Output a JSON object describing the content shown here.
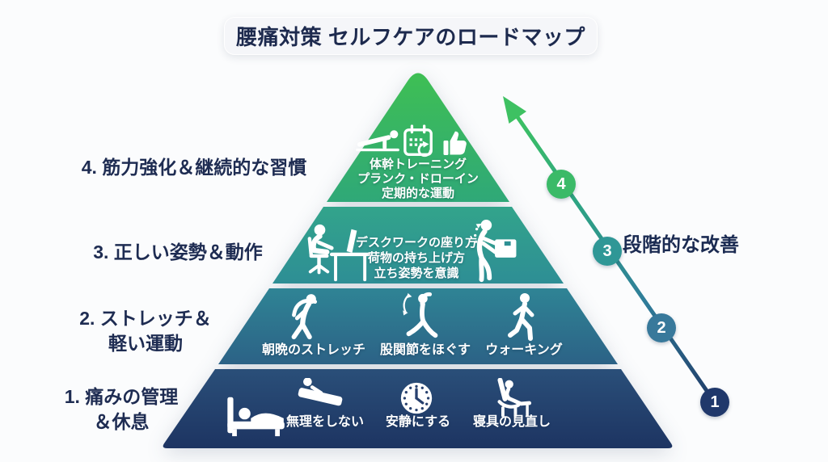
{
  "title": "腰痛対策 セルフケアのロードマップ",
  "background_color": "#fbfcfd",
  "progression": {
    "label": "段階的な改善",
    "arrow_gradient": [
      "#203a67",
      "#2f7d9a",
      "#2ea583",
      "#3dc261"
    ],
    "steps": [
      {
        "number": "1",
        "color": "#20386b"
      },
      {
        "number": "2",
        "color": "#38799b"
      },
      {
        "number": "3",
        "color": "#2f9796"
      },
      {
        "number": "4",
        "color": "#3bba68"
      }
    ]
  },
  "pyramid": {
    "levels": [
      {
        "number": "4",
        "side_label_lines": [
          "4. 筋力強化＆継続的な習慣"
        ],
        "content_lines": [
          "体幹トレーニング",
          "プランク・ドローイン",
          "定期的な運動"
        ],
        "icons": [
          "plank-icon",
          "calendar-repeat-icon",
          "thumbs-up-icon"
        ],
        "color_top": "#3fc052",
        "color_bottom": "#2fa878"
      },
      {
        "number": "3",
        "side_label_lines": [
          "3. 正しい姿勢＆動作"
        ],
        "content_lines": [
          "デスクワークの座り方",
          "荷物の持ち上げ方",
          "立ち姿勢を意識"
        ],
        "icons": [
          "desk-work-icon",
          "box-lift-icon"
        ],
        "color_top": "#32a48b",
        "color_bottom": "#2e8e95"
      },
      {
        "number": "2",
        "side_label_lines": [
          "2. ストレッチ＆",
          "軽い運動"
        ],
        "items": [
          {
            "icon": "side-stretch-icon",
            "label": "朝晩のストレッチ"
          },
          {
            "icon": "hip-stretch-icon",
            "label": "股関節をほぐす"
          },
          {
            "icon": "walking-icon",
            "label": "ウォーキング"
          }
        ],
        "color_top": "#2f8495",
        "color_bottom": "#2c6286"
      },
      {
        "number": "1",
        "side_label_lines": [
          "1. 痛みの管理",
          "＆休息"
        ],
        "items": [
          {
            "icon": "bed-rest-icon",
            "label": ""
          },
          {
            "icon": "recline-bed-icon",
            "label": "無理をしない"
          },
          {
            "icon": "clock-icon",
            "label": "安静にする"
          },
          {
            "icon": "recliner-icon",
            "label": "寝具の見直し"
          }
        ],
        "color_top": "#2a4f79",
        "color_bottom": "#1d3462"
      }
    ]
  }
}
